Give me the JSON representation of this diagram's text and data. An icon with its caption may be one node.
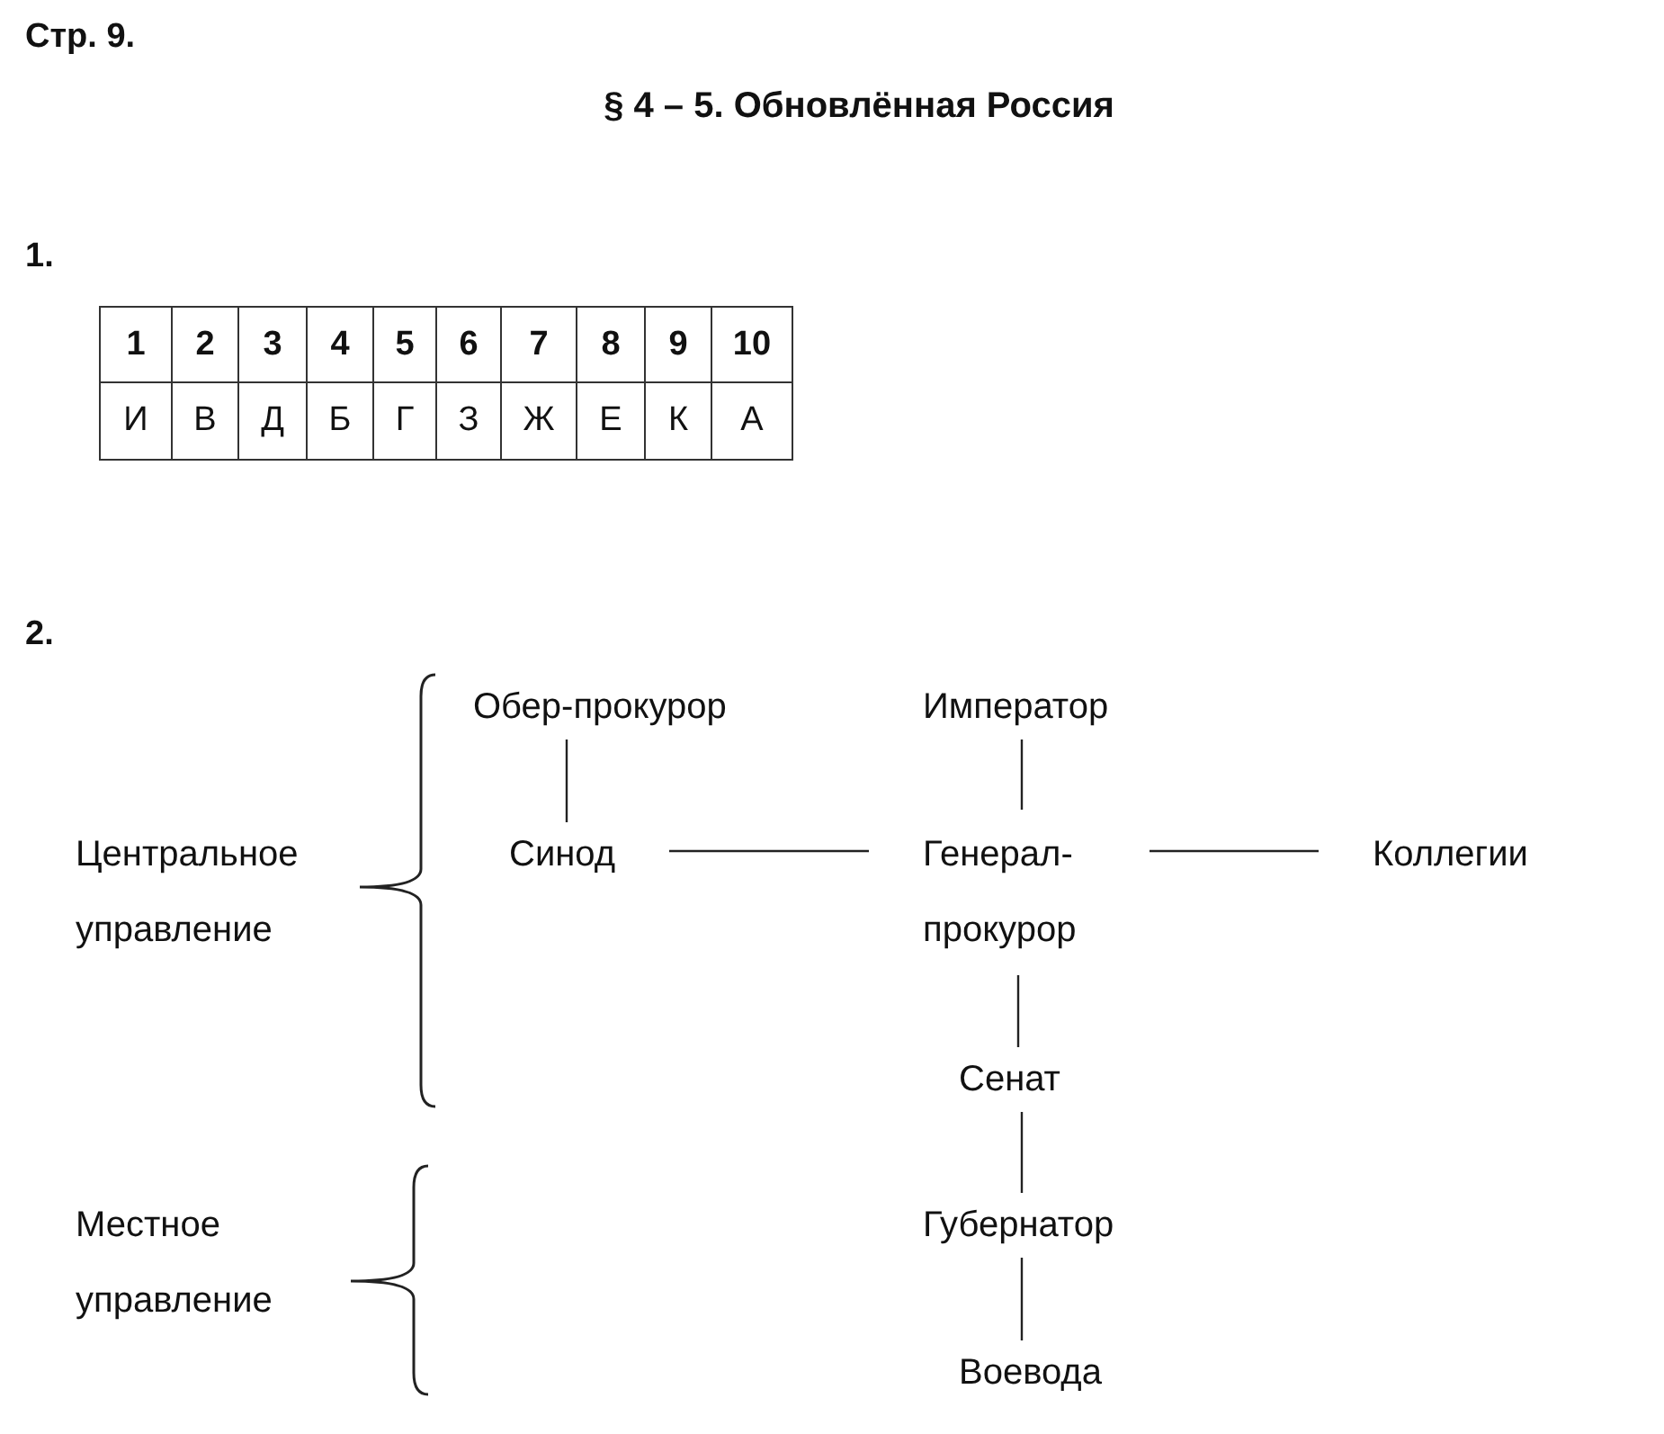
{
  "diagram": {
    "title": "§ 4 – 5. Обновлённая Россия",
    "nodes": [
      {
        "text": [
          "Обер-прокурор"
        ]
      },
      {
        "text": [
          "Император"
        ]
      },
      {
        "text": [
          "Центральное управление"
        ]
      },
      {
        "text": [
          "Синод"
        ]
      },
      {
        "text": [
          "Генерал-прокурор"
        ]
      },
      {
        "text": [
          "Коллегии"
        ]
      },
      {
        "text": [
          "Сенат"
        ]
      },
      {
        "text": [
          "Местное управление"
        ]
      },
      {
        "text": [
          "Губернатор"
        ]
      },
      {
        "text": [
          "Воевода"
        ]
      }
    ],
    "edges": [
      {
        "from": 0,
        "to": 3,
        "arrow": "none"
      },
      {
        "from": 1,
        "to": 4,
        "arrow": "none"
      },
      {
        "from": 3,
        "to": 4,
        "arrow": "none"
      },
      {
        "from": 4,
        "to": 5,
        "arrow": "none"
      },
      {
        "from": 4,
        "to": 6,
        "arrow": "none"
      },
      {
        "from": 6,
        "to": 8,
        "arrow": "none"
      },
      {
        "from": 8,
        "to": 9,
        "arrow": "none"
      }
    ],
    "labels": [
      "Стр. 9.",
      "1.",
      "1",
      "2",
      "3",
      "4",
      "5",
      "6",
      "7",
      "8",
      "9",
      "10",
      "И",
      "В",
      "Д",
      "Б",
      "Г",
      "З",
      "Ж",
      "Е",
      "К",
      "А",
      "2."
    ]
  }
}
